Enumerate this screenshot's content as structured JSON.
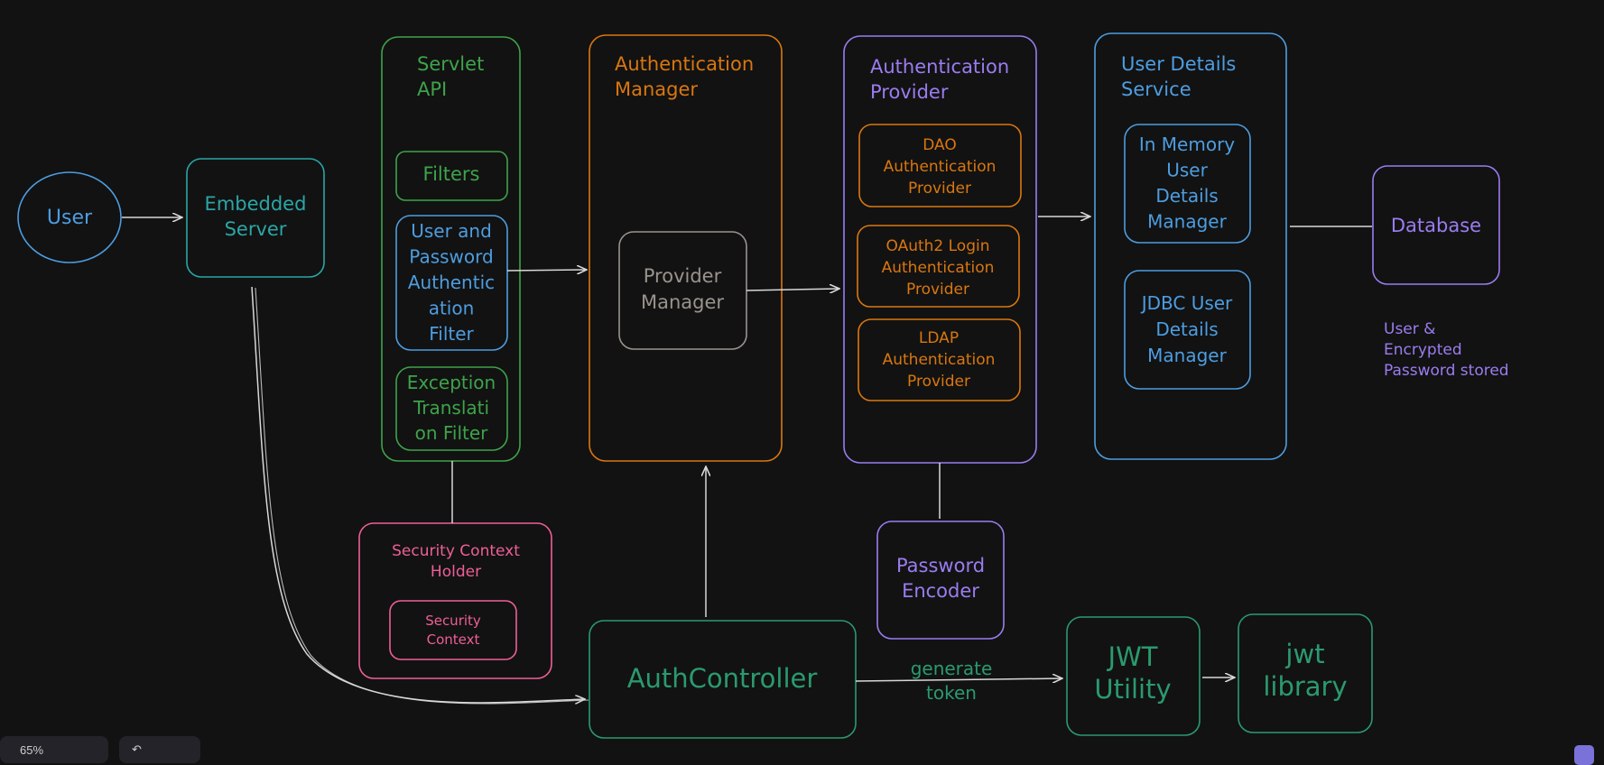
{
  "colors": {
    "background": "#121212",
    "blue": "#4d9de0",
    "teal": "#2ba6a6",
    "green": "#3ea34a",
    "orange": "#d9770f",
    "purple": "#9b7cf0",
    "pink": "#ee5f97",
    "emerald": "#2b9a6f",
    "gray": "#9a938c",
    "arrow": "#d8d8d8"
  },
  "nodes": {
    "user": {
      "lines": [
        "User"
      ],
      "color": "blue"
    },
    "embedded_server": {
      "lines": [
        "Embedded",
        "Server"
      ],
      "color": "teal"
    },
    "servlet_api": {
      "lines": [
        "Servlet",
        "API"
      ],
      "color": "green"
    },
    "filters": {
      "lines": [
        "Filters"
      ],
      "color": "green"
    },
    "user_password_filter": {
      "lines": [
        "User and",
        "Password",
        "Authentic",
        "ation",
        "Filter"
      ],
      "color": "blue"
    },
    "exception_translation_filter": {
      "lines": [
        "Exception",
        "Translati",
        "on Filter"
      ],
      "color": "green"
    },
    "security_context_holder": {
      "lines": [
        "Security Context",
        "Holder"
      ],
      "color": "pink"
    },
    "security_context": {
      "lines": [
        "Security",
        "Context"
      ],
      "color": "pink"
    },
    "authentication_manager": {
      "lines": [
        "Authentication",
        "Manager"
      ],
      "color": "orange"
    },
    "provider_manager": {
      "lines": [
        "Provider",
        "Manager"
      ],
      "color": "gray"
    },
    "authentication_provider": {
      "lines": [
        "Authentication",
        "Provider"
      ],
      "color": "purple"
    },
    "dao_provider": {
      "lines": [
        "DAO",
        "Authentication",
        "Provider"
      ],
      "color": "orange"
    },
    "oauth2_provider": {
      "lines": [
        "OAuth2 Login",
        "Authentication",
        "Provider"
      ],
      "color": "orange"
    },
    "ldap_provider": {
      "lines": [
        "LDAP",
        "Authentication",
        "Provider"
      ],
      "color": "orange"
    },
    "password_encoder": {
      "lines": [
        "Password",
        "Encoder"
      ],
      "color": "purple"
    },
    "user_details_service": {
      "lines": [
        "User Details",
        "Service"
      ],
      "color": "blue"
    },
    "in_memory_manager": {
      "lines": [
        "In Memory",
        "User",
        "Details",
        "Manager"
      ],
      "color": "blue"
    },
    "jdbc_manager": {
      "lines": [
        "JDBC User",
        "Details",
        "Manager"
      ],
      "color": "blue"
    },
    "database": {
      "lines": [
        "Database"
      ],
      "color": "purple"
    },
    "database_note": {
      "lines": [
        "User &",
        "Encrypted",
        "Password stored"
      ],
      "color": "purple"
    },
    "auth_controller": {
      "lines": [
        "AuthController"
      ],
      "color": "emerald"
    },
    "jwt_utility": {
      "lines": [
        "JWT",
        "Utility"
      ],
      "color": "emerald"
    },
    "jwt_library": {
      "lines": [
        "jwt",
        "library"
      ],
      "color": "emerald"
    }
  },
  "edges": {
    "generate_token": {
      "lines": [
        "generate",
        "token"
      ],
      "color": "emerald"
    }
  },
  "toolbar": {
    "zoom_label": "65%",
    "undo_label": "↶"
  }
}
